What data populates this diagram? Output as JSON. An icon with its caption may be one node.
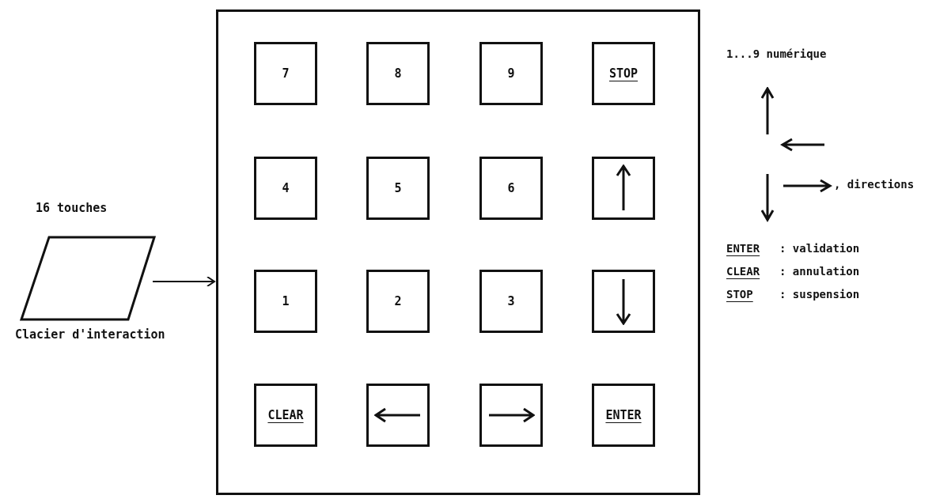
{
  "diagram": {
    "nodes": [
      {
        "text": [
          "Clacier d'interaction"
        ],
        "beside": [
          "16 touches"
        ]
      },
      {
        "text": [],
        "shape": "box"
      },
      {
        "text": [
          "7"
        ],
        "in": 1
      },
      {
        "text": [
          "8"
        ],
        "in": 1
      },
      {
        "text": [
          "9"
        ],
        "in": 1
      },
      {
        "text": [
          "STOP"
        ],
        "in": 1
      },
      {
        "text": [
          "4"
        ],
        "in": 1
      },
      {
        "text": [
          "5"
        ],
        "in": 1
      },
      {
        "text": [
          "6"
        ],
        "in": 1
      },
      {
        "text": [],
        "shape": "box",
        "in": 1
      },
      {
        "text": [
          "1"
        ],
        "in": 1
      },
      {
        "text": [
          "2"
        ],
        "in": 1
      },
      {
        "text": [
          "3"
        ],
        "in": 1
      },
      {
        "text": [],
        "shape": "box",
        "in": 1
      },
      {
        "text": [
          "CLEAR"
        ],
        "in": 1
      },
      {
        "text": [],
        "shape": "box",
        "in": 1
      },
      {
        "text": [],
        "shape": "box",
        "in": 1
      },
      {
        "text": [
          "ENTER"
        ],
        "in": 1
      }
    ],
    "edges": [
      {
        "from": 0,
        "to": 1,
        "arrow": "to"
      }
    ],
    "labels": [
      "1...9 numérique",
      ", directions",
      "ENTER",
      ": validation",
      "CLEAR",
      ": annulation",
      "STOP",
      ": suspension"
    ]
  }
}
